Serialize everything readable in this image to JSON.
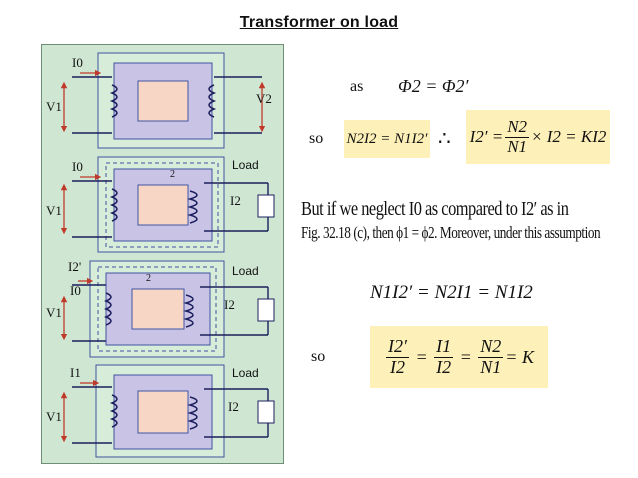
{
  "title": "Transformer on load",
  "figure": {
    "panel1": {
      "current": "I0",
      "v1": "V1",
      "v2": "V2"
    },
    "panel2": {
      "current": "I0",
      "v1": "V1",
      "load": "Load",
      "i2": "I2",
      "flux": "2"
    },
    "panel3": {
      "i2p": "I2'",
      "i0": "I0",
      "v1": "V1",
      "load": "Load",
      "i2": "I2",
      "flux": "2"
    },
    "panel4": {
      "i1": "I1",
      "v1": "V1",
      "load": "Load",
      "i2": "I2"
    }
  },
  "equations": {
    "as_word": "as",
    "eq1": "Φ2 = Φ2′",
    "so1": "so",
    "eq2": "N2I2 = N1I2′",
    "therefore": "∴",
    "eq3_lhs": "I2′ =",
    "eq3_num": "N2",
    "eq3_den": "N1",
    "eq3_rhs": "× I2 = KI2",
    "para_line1": "But if we neglect I0 as compared to I2′ as in",
    "para_line2": "Fig. 32.18 (c), then ϕ1 = ϕ2. Moreover, under this assumption",
    "eq4": "N1I2′ = N2I1 = N1I2",
    "so2": "so",
    "eq5_f1_num": "I2′",
    "eq5_f1_den": "I2",
    "eq5_f2_num": "I1",
    "eq5_f2_den": "I2",
    "eq5_f3_num": "N2",
    "eq5_f3_den": "N1",
    "eq5_rhs": "= K"
  },
  "colors": {
    "figure_bg": "#cfe6d2",
    "core": "#c9c3e6",
    "core_border": "#3f55a0",
    "window": "#f7d6c6",
    "highlight": "#fdf0b8",
    "arrow": "#c0392b"
  }
}
